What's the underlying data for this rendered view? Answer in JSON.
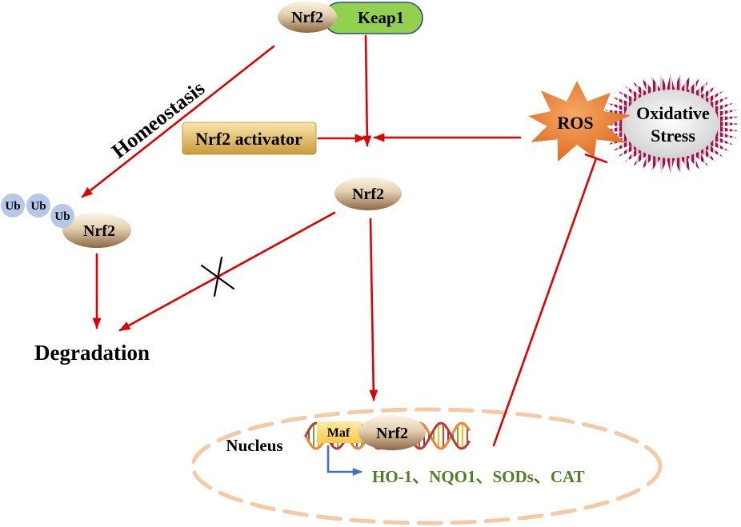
{
  "complex": {
    "nrf2": "Nrf2",
    "keap1": "Keap1"
  },
  "activator": {
    "label": "Nrf2 activator"
  },
  "ros": {
    "label": "ROS"
  },
  "oxidative_stress": {
    "line1": "Oxidative",
    "line2": "Stress"
  },
  "free_nrf2": {
    "label": "Nrf2"
  },
  "ubiquitinated": {
    "ub": [
      "Ub",
      "Ub",
      "Ub"
    ],
    "nrf2": "Nrf2"
  },
  "pathway_labels": {
    "homeostasis": "Homeostasis",
    "degradation": "Degradation"
  },
  "nucleus": {
    "label": "Nucleus",
    "maf": "Maf",
    "nrf2": "Nrf2",
    "target_genes": "HO-1、NQO1、SODs、CAT"
  },
  "colors": {
    "arrow": "#e00000",
    "keap1": "#92d050",
    "keap1_border": "#2e4a8a",
    "ub": "#b6c8e8",
    "maf": "#f7c948",
    "ros": "#dd6a1f",
    "oxidative": "#8b1c4f",
    "nucleus_border": "#f4c9a3",
    "genes": "#4e7f24",
    "promoter_arrow": "#4472c4",
    "dna_strand_a": "#f0842c",
    "dna_strand_b": "#c0392b",
    "dna_bases": [
      "#2e75b6",
      "#70ad47",
      "#ffc000",
      "#e03c31",
      "#7030a0"
    ]
  }
}
